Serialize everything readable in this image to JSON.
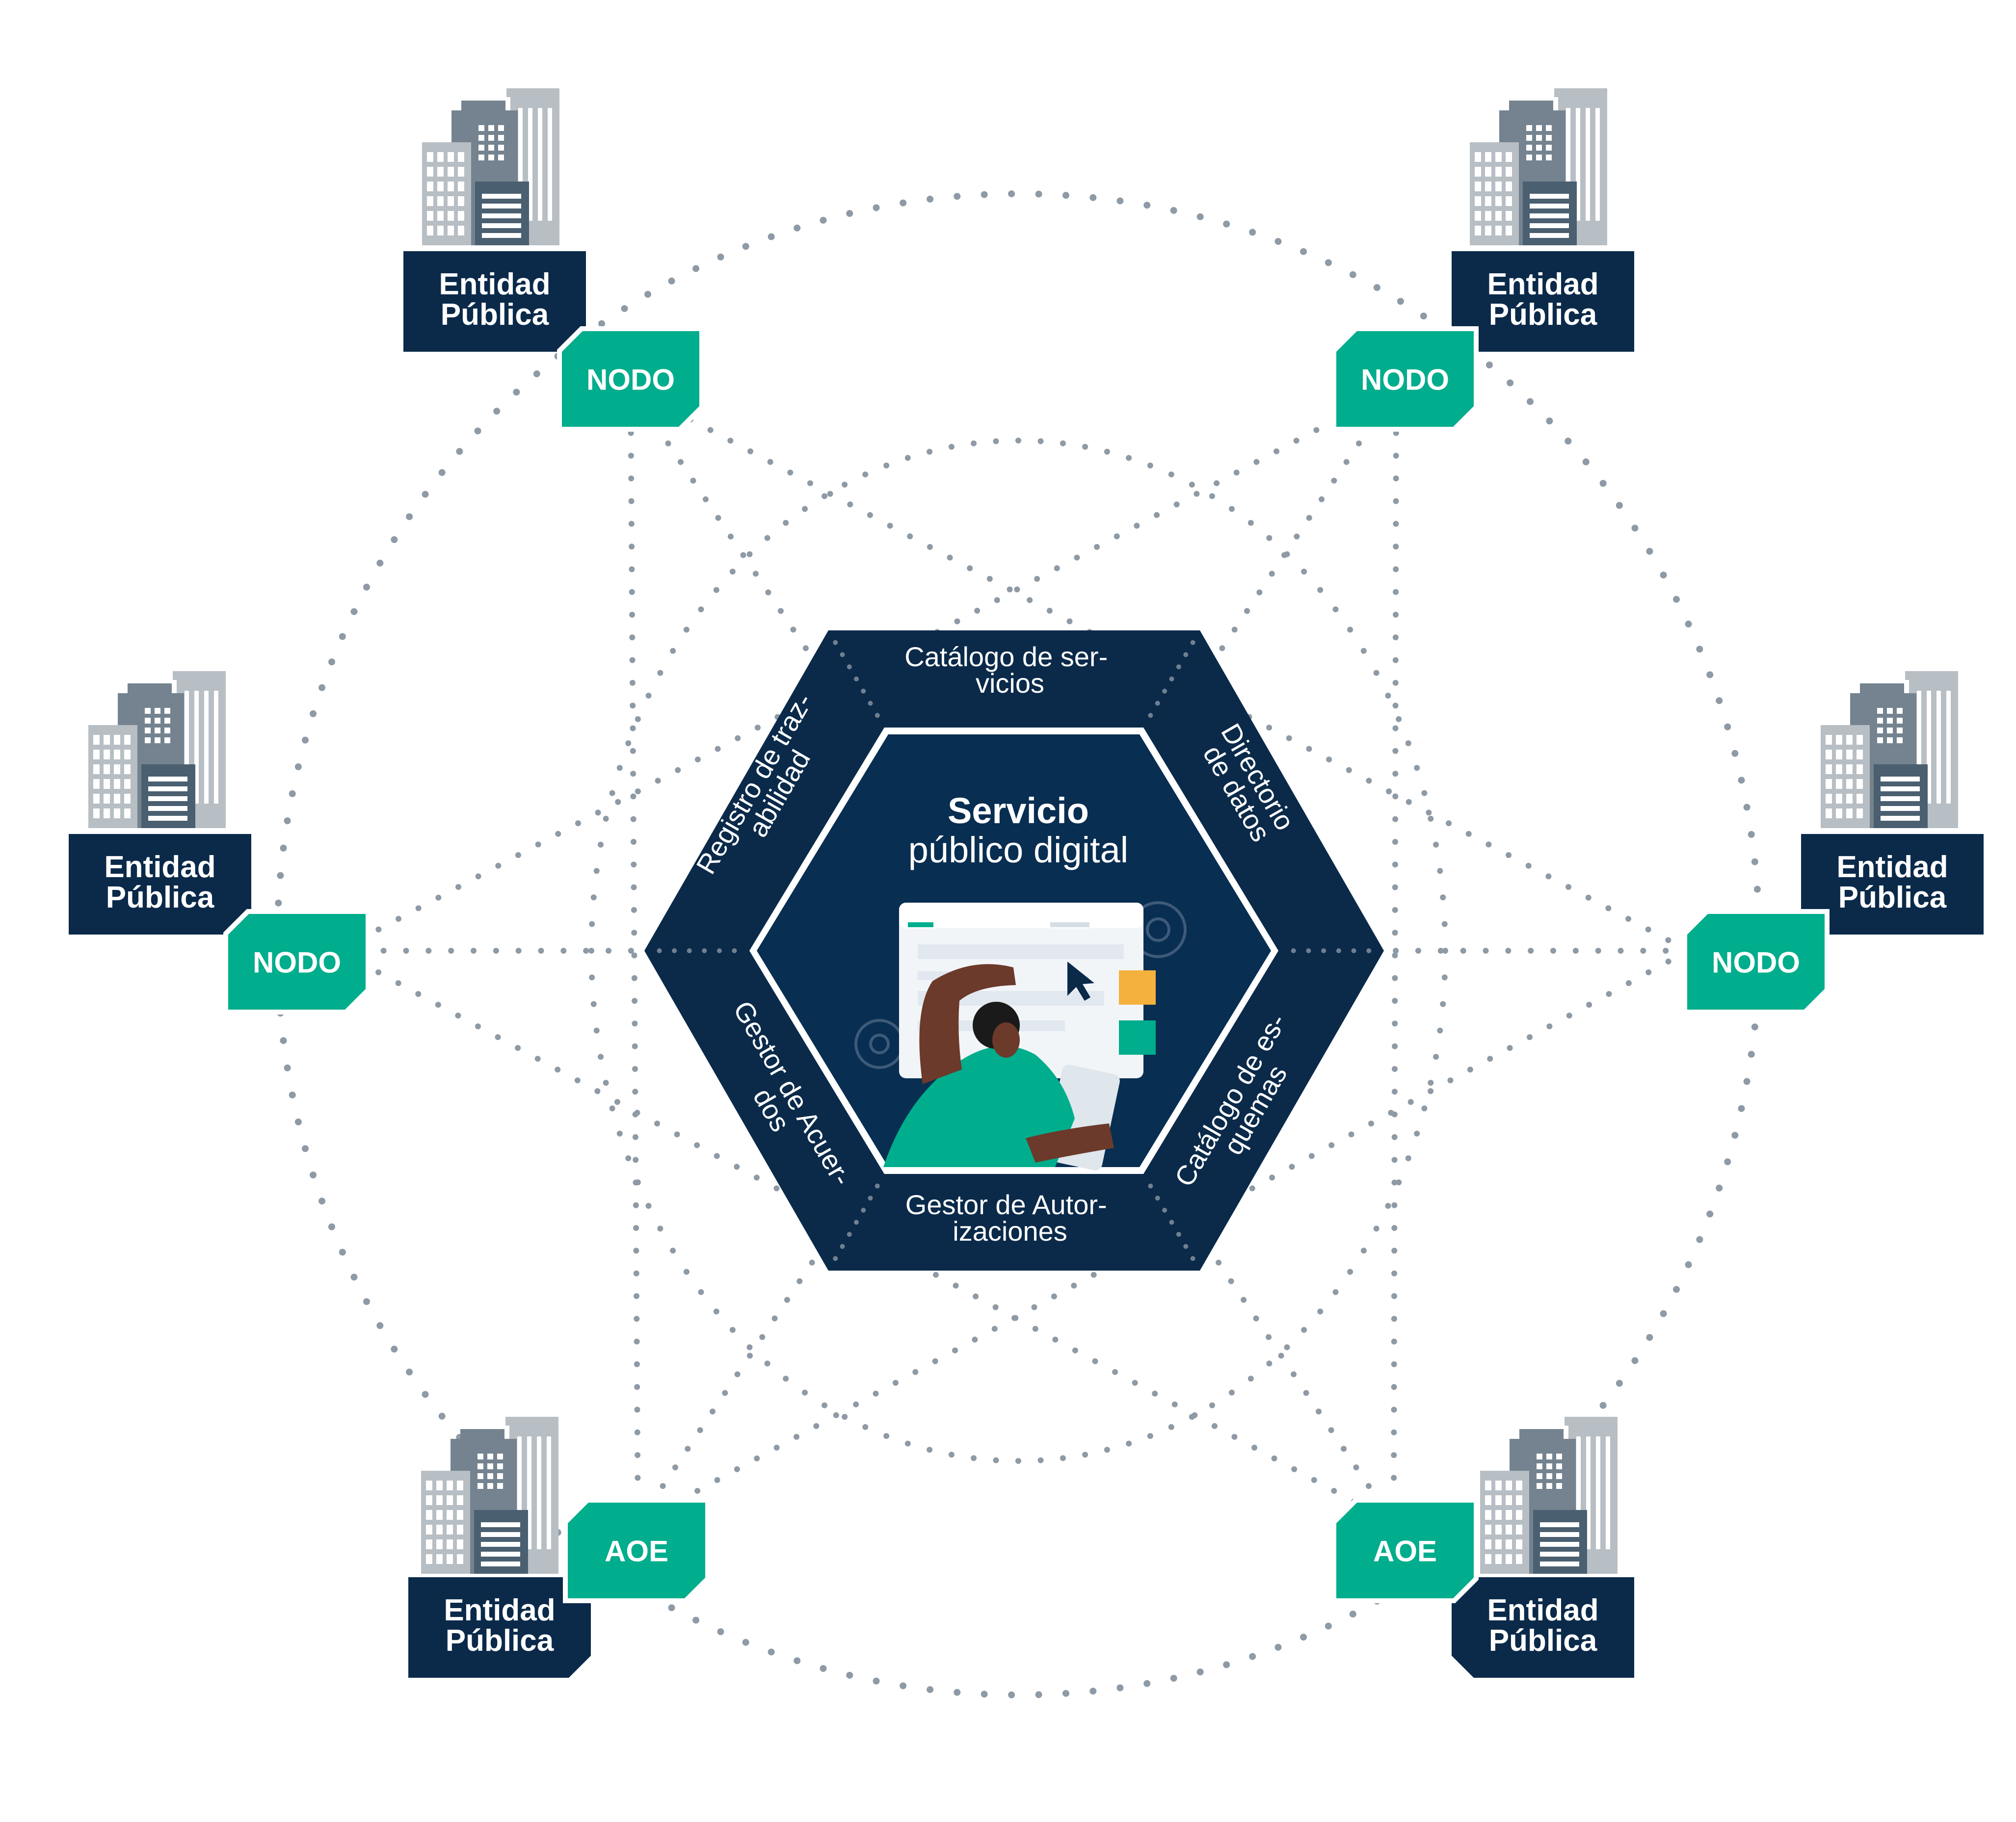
{
  "colors": {
    "navy": "#0b2a4a",
    "navy_dark": "#082544",
    "green": "#00ad8c",
    "dots": "#8e9aa5",
    "building_light": "#b7bec4",
    "building_mid": "#74838f",
    "building_dark": "#4a5f70",
    "white": "#ffffff"
  },
  "center": {
    "title": "Servicio",
    "subtitle": "público digital"
  },
  "ring_segments": {
    "top": [
      "Catálogo de ser-",
      "vicios"
    ],
    "upper_right": [
      "Directorio",
      "de datos"
    ],
    "lower_right": [
      "Catálogo de es-",
      "quemas"
    ],
    "bottom": [
      "Gestor de Autor-",
      "izaciones"
    ],
    "lower_left": [
      "Gestor de Acuer-",
      "dos"
    ],
    "upper_left": [
      "Registro de traz-",
      "abilidad"
    ]
  },
  "entities": [
    {
      "id": "top-left",
      "label_line1": "Entidad",
      "label_line2": "Pública",
      "badge": "NODO",
      "icon": "buildings-icon"
    },
    {
      "id": "top-right",
      "label_line1": "Entidad",
      "label_line2": "Pública",
      "badge": "NODO",
      "icon": "buildings-icon"
    },
    {
      "id": "mid-left",
      "label_line1": "Entidad",
      "label_line2": "Pública",
      "badge": "NODO",
      "icon": "buildings-icon"
    },
    {
      "id": "mid-right",
      "label_line1": "Entidad",
      "label_line2": "Pública",
      "badge": "NODO",
      "icon": "buildings-icon"
    },
    {
      "id": "bottom-left",
      "label_line1": "Entidad",
      "label_line2": "Pública",
      "badge": "AOE",
      "icon": "buildings-icon"
    },
    {
      "id": "bottom-right",
      "label_line1": "Entidad",
      "label_line2": "Pública",
      "badge": "AOE",
      "icon": "buildings-icon"
    }
  ],
  "illustration": {
    "icon": "person-at-computer-icon"
  }
}
